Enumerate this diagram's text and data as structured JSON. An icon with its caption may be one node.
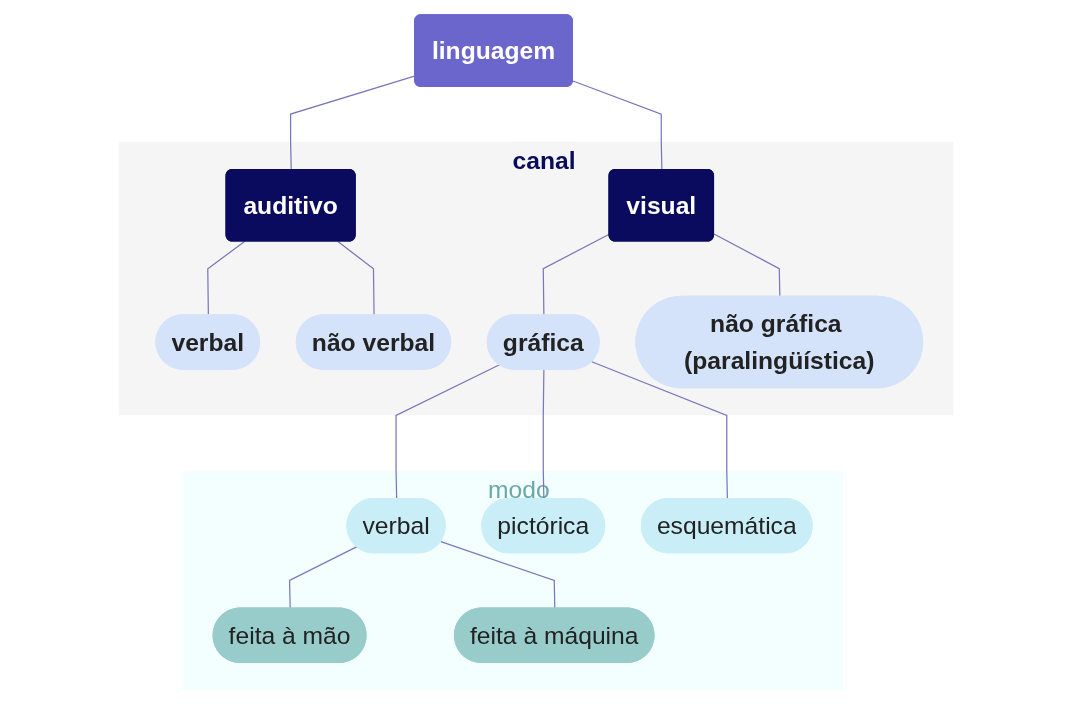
{
  "diagram": {
    "nodes": [
      {
        "text": [
          "linguagem"
        ]
      },
      {
        "text": [
          "canal"
        ]
      },
      {
        "text": [
          "auditivo"
        ],
        "in": 1
      },
      {
        "text": [
          "visual"
        ],
        "in": 1
      },
      {
        "text": [
          "verbal"
        ],
        "in": 1
      },
      {
        "text": [
          "não verbal"
        ],
        "in": 1
      },
      {
        "text": [
          "gráfica"
        ],
        "in": 1
      },
      {
        "text": [
          "não gráfica (paralingüística)"
        ],
        "in": 1
      },
      {
        "text": [
          "modo"
        ]
      },
      {
        "text": [
          "verbal"
        ],
        "in": 8
      },
      {
        "text": [
          "pictórica"
        ],
        "in": 8
      },
      {
        "text": [
          "esquemática"
        ],
        "in": 8
      },
      {
        "text": [
          "feita à mão"
        ],
        "in": 8
      },
      {
        "text": [
          "feita à máquina"
        ],
        "in": 8
      }
    ],
    "edges": [
      {
        "from": 0,
        "to": 2,
        "arrow": "none"
      },
      {
        "from": 0,
        "to": 3,
        "arrow": "none"
      },
      {
        "from": 2,
        "to": 4,
        "arrow": "none"
      },
      {
        "from": 2,
        "to": 5,
        "arrow": "none"
      },
      {
        "from": 3,
        "to": 6,
        "arrow": "none"
      },
      {
        "from": 3,
        "to": 7,
        "arrow": "none"
      },
      {
        "from": 6,
        "to": 9,
        "arrow": "none"
      },
      {
        "from": 6,
        "to": 10,
        "arrow": "none"
      },
      {
        "from": 6,
        "to": 11,
        "arrow": "none"
      },
      {
        "from": 9,
        "to": 12,
        "arrow": "none"
      },
      {
        "from": 9,
        "to": 13,
        "arrow": "none"
      }
    ]
  }
}
